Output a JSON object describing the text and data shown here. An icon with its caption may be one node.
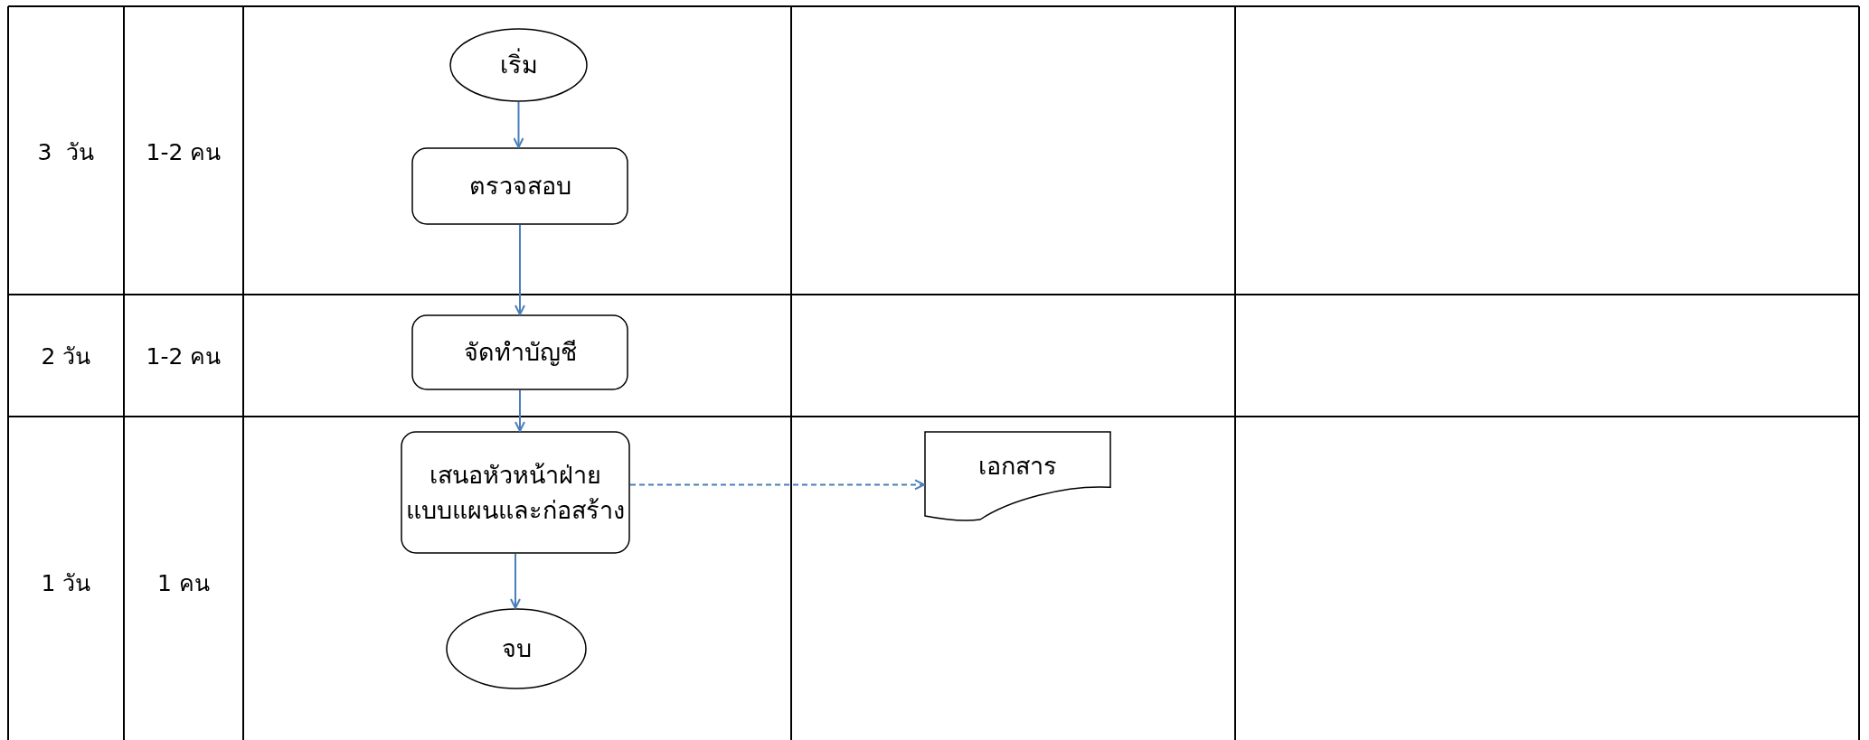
{
  "diagram": {
    "nodes": [
      {
        "text": [
          "เริ่ม"
        ]
      },
      {
        "text": [
          "ตรวจสอบ"
        ]
      },
      {
        "text": [
          "จัดทำบัญชี"
        ]
      },
      {
        "text": [
          "เสนอหัวหน้าฝ่ายแบบแผนและก่อสร้าง"
        ]
      },
      {
        "text": [
          "จบ"
        ]
      },
      {
        "text": [
          "เอกสาร"
        ]
      }
    ],
    "edges": [
      {
        "from": 0,
        "to": 1,
        "arrow": "to"
      },
      {
        "from": 1,
        "to": 2,
        "arrow": "to"
      },
      {
        "from": 2,
        "to": 3,
        "arrow": "to"
      },
      {
        "from": 3,
        "to": 4,
        "arrow": "to"
      },
      {
        "from": 3,
        "to": 5,
        "arrow": "to",
        "style": "dashed"
      }
    ],
    "labels": [
      "3  วัน",
      "1-2 คน",
      "2 วัน",
      "1-2 คน",
      "1 วัน",
      "1 คน"
    ]
  }
}
